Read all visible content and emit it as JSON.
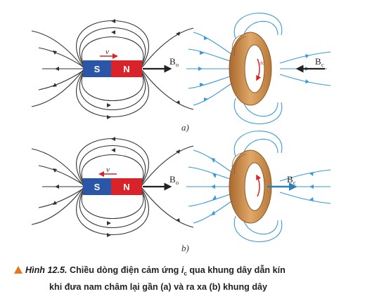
{
  "panels": [
    {
      "id": "a",
      "label": "a)",
      "magnet_left": "S",
      "magnet_right": "N",
      "velocity_label": "v",
      "magnet_field_label": "B",
      "magnet_field_sub": "o",
      "induced_field_label": "B",
      "induced_field_sub": "c",
      "current_label": "ic"
    },
    {
      "id": "b",
      "label": "b)",
      "magnet_left": "S",
      "magnet_right": "N",
      "velocity_label": "v",
      "magnet_field_label": "B",
      "magnet_field_sub": "o",
      "induced_field_label": "B",
      "induced_field_sub": "c"
    }
  ],
  "colors": {
    "south_pole": "#2b55a6",
    "north_pole": "#d8232a",
    "magnet_field_lines": "#333333",
    "induced_field_lines": "#3a9ad9",
    "coil": "#c88a4a",
    "coil_dark": "#8c5a2a",
    "current_arrow": "#d8232a",
    "caption_marker": "#e8751a"
  },
  "caption": {
    "figure_number": "Hình 12.5.",
    "line1_text": "Chiều dòng điện cảm ứng",
    "current_symbol": "i",
    "current_sub": "c",
    "line1_rest": "qua khung dây dẫn kín",
    "line2": "khi đưa nam châm lại gần (a) và ra xa (b) khung dây"
  }
}
